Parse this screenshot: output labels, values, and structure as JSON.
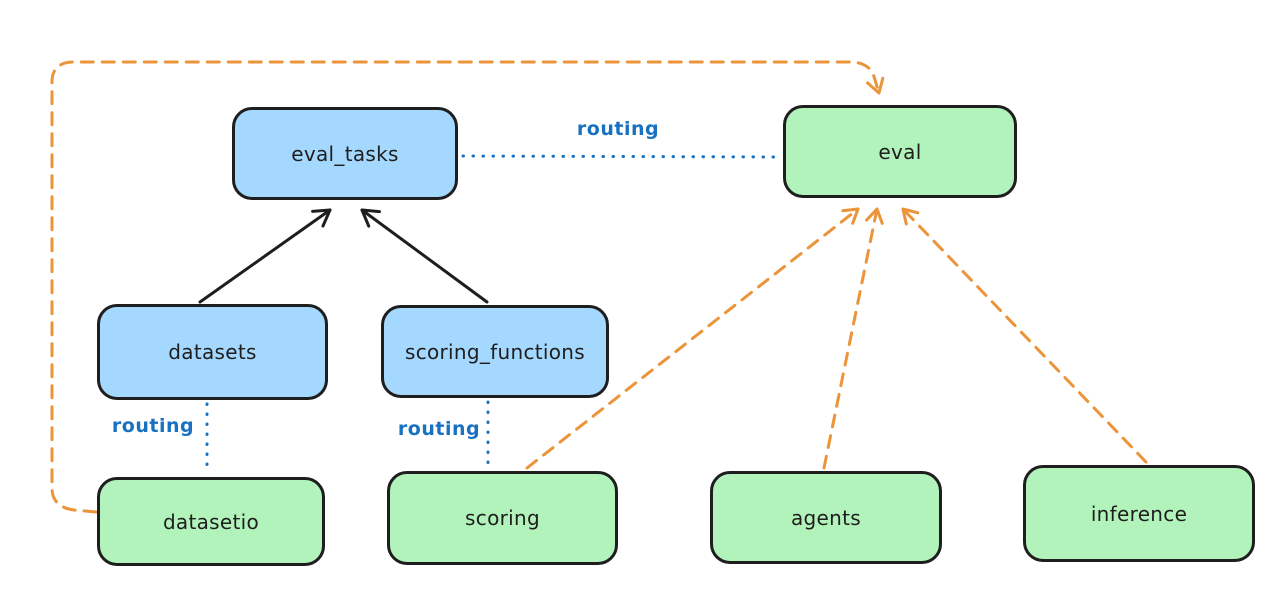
{
  "diagram": {
    "type": "flow-diagram",
    "nodes": {
      "eval_tasks": {
        "label": "eval_tasks",
        "kind": "blue-resource"
      },
      "eval": {
        "label": "eval",
        "kind": "green-api"
      },
      "datasets": {
        "label": "datasets",
        "kind": "blue-resource"
      },
      "scoring_functions": {
        "label": "scoring_functions",
        "kind": "blue-resource"
      },
      "datasetio": {
        "label": "datasetio",
        "kind": "green-api"
      },
      "scoring": {
        "label": "scoring",
        "kind": "green-api"
      },
      "agents": {
        "label": "agents",
        "kind": "green-api"
      },
      "inference": {
        "label": "inference",
        "kind": "green-api"
      }
    },
    "edges": [
      {
        "from": "datasets",
        "to": "eval_tasks",
        "style": "solid",
        "arrow": true,
        "color": "#1e1e1e"
      },
      {
        "from": "scoring_functions",
        "to": "eval_tasks",
        "style": "solid",
        "arrow": true,
        "color": "#1e1e1e"
      },
      {
        "from": "eval_tasks",
        "to": "eval",
        "style": "dotted",
        "arrow": false,
        "color": "#1971c2",
        "label": "routing"
      },
      {
        "from": "datasets",
        "to": "datasetio",
        "style": "dotted",
        "arrow": false,
        "color": "#1971c2",
        "label": "routing"
      },
      {
        "from": "scoring_functions",
        "to": "scoring",
        "style": "dotted",
        "arrow": false,
        "color": "#1971c2",
        "label": "routing"
      },
      {
        "from": "datasetio",
        "to": "eval",
        "style": "dashed",
        "arrow": true,
        "color": "#ec9439",
        "route": "around-left-and-top"
      },
      {
        "from": "scoring",
        "to": "eval",
        "style": "dashed",
        "arrow": true,
        "color": "#ec9439"
      },
      {
        "from": "agents",
        "to": "eval",
        "style": "dashed",
        "arrow": true,
        "color": "#ec9439"
      },
      {
        "from": "inference",
        "to": "eval",
        "style": "dashed",
        "arrow": true,
        "color": "#ec9439"
      }
    ],
    "colors": {
      "blue_node_fill": "#a5d8ff",
      "green_node_fill": "#b2f2bb",
      "node_stroke": "#1e1e1e",
      "routing_blue": "#1971c2",
      "dependency_orange": "#ec9439",
      "canvas": "#ffffff"
    }
  }
}
